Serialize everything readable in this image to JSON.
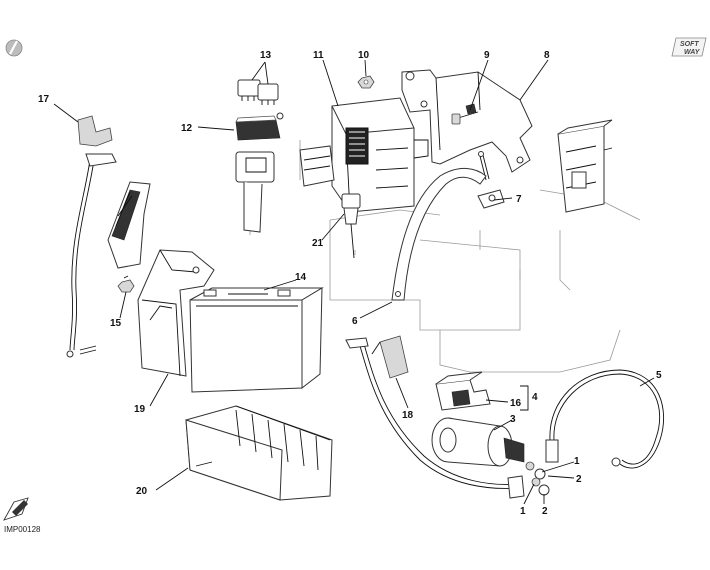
{
  "diagram": {
    "drawing_code": "IMP00128",
    "logo_text": {
      "line1": "SOFT",
      "line2": "WAY"
    },
    "callouts": {
      "c1a": "1",
      "c1b": "1",
      "c2a": "2",
      "c2b": "2",
      "c3": "3",
      "c4": "4",
      "c5": "5",
      "c6": "6",
      "c7": "7",
      "c8": "8",
      "c9": "9",
      "c10": "10",
      "c11": "11",
      "c12": "12",
      "c13": "13",
      "c14": "14",
      "c15": "15",
      "c16": "16",
      "c17": "17",
      "c18": "18",
      "c19": "19",
      "c20": "20",
      "c21": "21"
    }
  }
}
